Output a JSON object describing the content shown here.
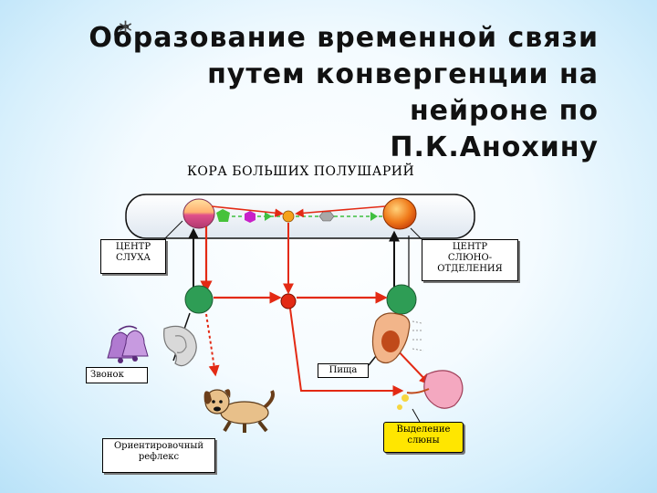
{
  "slide": {
    "bullet": "*",
    "title_line1": "Образование временной связи",
    "title_line2": "путем конвергенции на нейроне по",
    "title_line3": "П.К.Анохину"
  },
  "diagram": {
    "cortex_label": "КОРА БОЛЬШИХ ПОЛУШАРИЙ",
    "hearing_center_line1": "ЦЕНТР",
    "hearing_center_line2": "СЛУХА",
    "salivation_center_line1": "ЦЕНТР",
    "salivation_center_line2": "СЛЮНО-",
    "salivation_center_line3": "ОТДЕЛЕНИЯ",
    "bell_label": "Звонок",
    "food_label": "Пища",
    "orienting_reflex_line1": "Ориентировочный",
    "orienting_reflex_line2": "рефлекс",
    "saliva_line1": "Выделение",
    "saliva_line2": "слюны",
    "colors": {
      "pathway": "#e32a14",
      "neuron_green": "#2e9d55",
      "dashed_green": "#3fbf3f",
      "cortex_fill": "#eef3f8",
      "saliva_box": "#ffe600"
    }
  }
}
